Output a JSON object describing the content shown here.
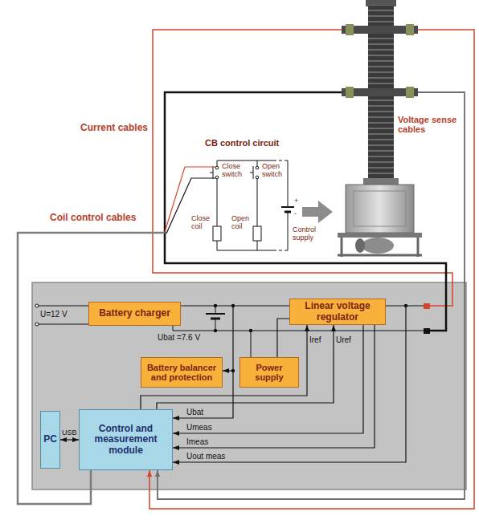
{
  "diagram": {
    "nodes": [
      {
        "text": [
          "Battery charger"
        ]
      },
      {
        "text": [
          "Linear voltage regulator"
        ]
      },
      {
        "text": [
          "Battery balancer and protection"
        ]
      },
      {
        "text": [
          "Power supply"
        ]
      },
      {
        "text": [
          "PC"
        ]
      },
      {
        "text": [
          "Control and measurement module"
        ]
      }
    ],
    "edges": [
      {
        "from": 0,
        "to": 1,
        "arrow": "none"
      },
      {
        "from": 3,
        "to": 1,
        "arrow": "none"
      },
      {
        "from": 5,
        "to": 1,
        "arrow": "to",
        "label": "Iref"
      },
      {
        "from": 5,
        "to": 1,
        "arrow": "to",
        "label": "Uref"
      },
      {
        "from": 1,
        "to": 5,
        "arrow": "to",
        "label": "Umeas"
      },
      {
        "from": 1,
        "to": 5,
        "arrow": "to",
        "label": "Imeas"
      },
      {
        "from": 4,
        "to": 5,
        "arrow": "both",
        "label": "USB"
      }
    ],
    "labels": [
      "Current cables",
      "Voltage sense cables",
      "CB control circuit",
      "Close switch",
      "Open switch",
      "Close coil",
      "Open coil",
      "+",
      "-",
      "Control supply",
      "Coil control cables",
      "U=12 V",
      "Ubat =7.6 V",
      "Ubat",
      "Uout meas"
    ]
  }
}
